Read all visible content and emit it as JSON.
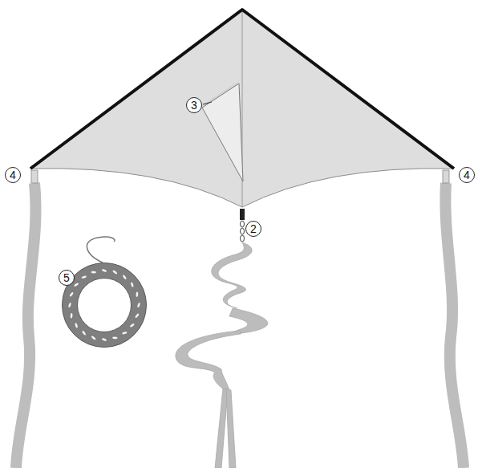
{
  "diagram": {
    "labels": [
      "3",
      "4",
      "4",
      "2",
      "5"
    ]
  }
}
